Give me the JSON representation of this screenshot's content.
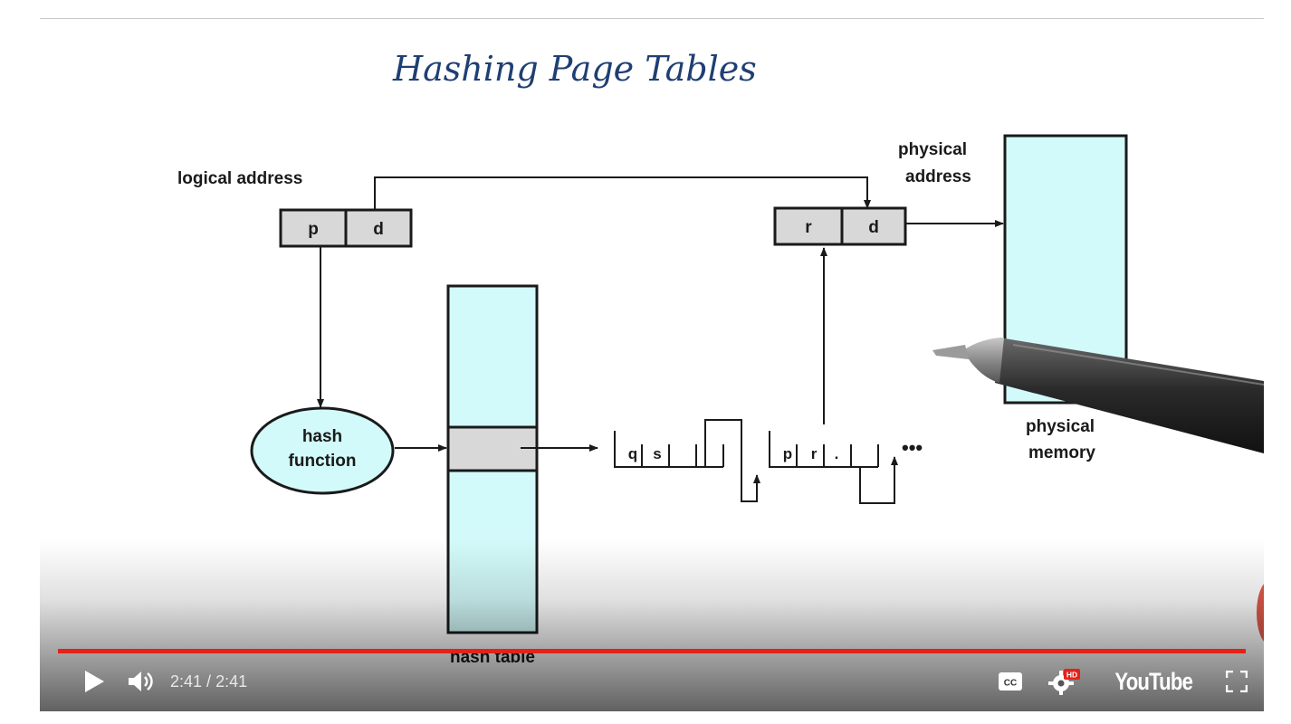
{
  "video": {
    "handwritten_title": "Hashing Page Tables",
    "diagram": {
      "logical_address_label": "logical address",
      "logical_p": "p",
      "logical_d": "d",
      "physical_address_label_1": "physical",
      "physical_address_label_2": "address",
      "physical_r": "r",
      "physical_d": "d",
      "hash_function_line_1": "hash",
      "hash_function_line_2": "function",
      "hash_table_label": "hash table",
      "chain_q": "q",
      "chain_s": "s",
      "chain_p": "p",
      "chain_r": "r",
      "chain_dot": ".",
      "ellipsis": "•••",
      "physical_memory_label_1": "physical",
      "physical_memory_label_2": "memory"
    },
    "colors": {
      "table_fill": "#d3fafa",
      "cell_fill": "#d8d8d8",
      "ink": "#1a1a1a",
      "handwriting": "#1f3f73",
      "progress": "#e62117"
    }
  },
  "player": {
    "progress": 1.0,
    "time_current": "2:41",
    "time_separator": " / ",
    "time_total": "2:41",
    "icons": [
      "play-icon",
      "volume-icon",
      "captions-icon",
      "settings-hd-icon",
      "youtube-logo",
      "fullscreen-icon"
    ],
    "cc_label": "CC",
    "hd_badge": "HD",
    "logo_text": "YouTube"
  }
}
